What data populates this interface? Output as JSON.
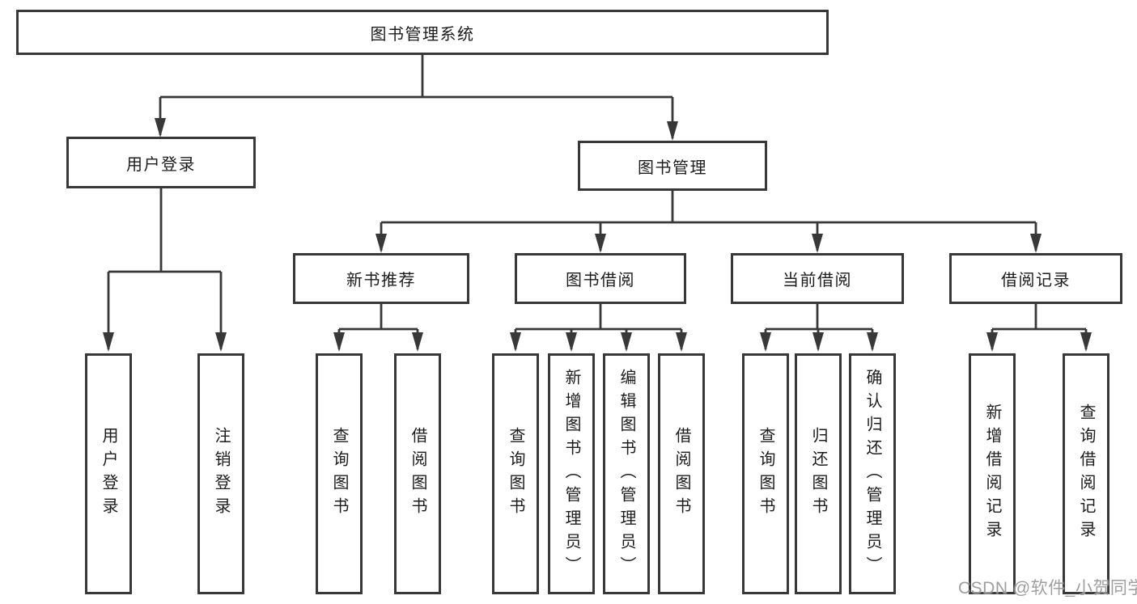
{
  "org": {
    "root": "图书管理系统",
    "branches": [
      {
        "label": "用户登录",
        "children": [
          "用户登录",
          "注销登录"
        ]
      },
      {
        "label": "图书管理",
        "groups": [
          {
            "label": "新书推荐",
            "children": [
              "查询图书",
              "借阅图书"
            ]
          },
          {
            "label": "图书借阅",
            "children": [
              "查询图书",
              "新增图书（管理员）",
              "编辑图书（管理员）",
              "借阅图书"
            ]
          },
          {
            "label": "当前借阅",
            "children": [
              "查询图书",
              "归还图书",
              "确认归还（管理员）"
            ]
          },
          {
            "label": "借阅记录",
            "children": [
              "新增借阅记录",
              "查询借阅记录"
            ]
          }
        ]
      }
    ]
  },
  "watermark": {
    "text": "CSDN @软件_小贺同学"
  },
  "colors": {
    "line": "#383838",
    "box_border": "#383838",
    "text": "#1c1c1c",
    "watermark": "#949494",
    "background": "#ffffff"
  }
}
